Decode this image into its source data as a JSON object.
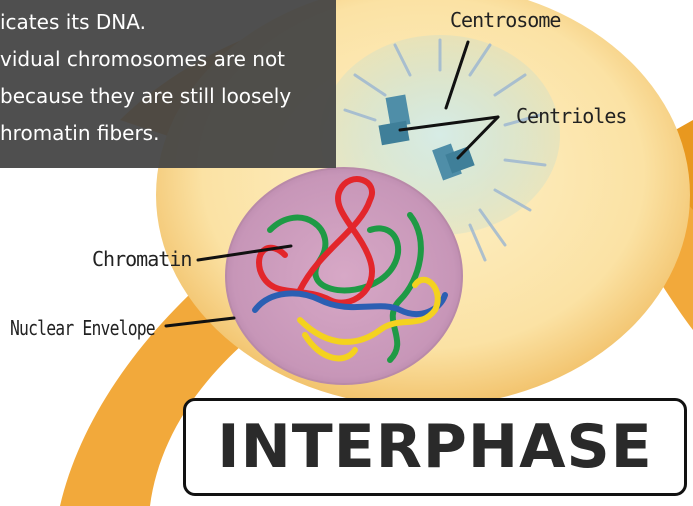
{
  "overlay": {
    "lines": [
      "icates its DNA.",
      "vidual chromosomes are not",
      "because they are still loosely",
      "hromatin fibers."
    ]
  },
  "labels": {
    "centrosome": "Centrosome",
    "centrioles": "Centrioles",
    "chromatin": "Chromatin",
    "nuclear_envelope": "Nuclear Envelope"
  },
  "title": "INTERPHASE",
  "colors": {
    "arrow": "#f2a93b",
    "cell": "#fbe2a4",
    "nucleus": "#c796b8",
    "centrosome": "#cfe6df",
    "centriole": "#4f8ea8",
    "chromatin_red": "#e3262b",
    "chromatin_green": "#1e9a45",
    "chromatin_blue": "#2b5fb3",
    "chromatin_yellow": "#f4d21f"
  }
}
